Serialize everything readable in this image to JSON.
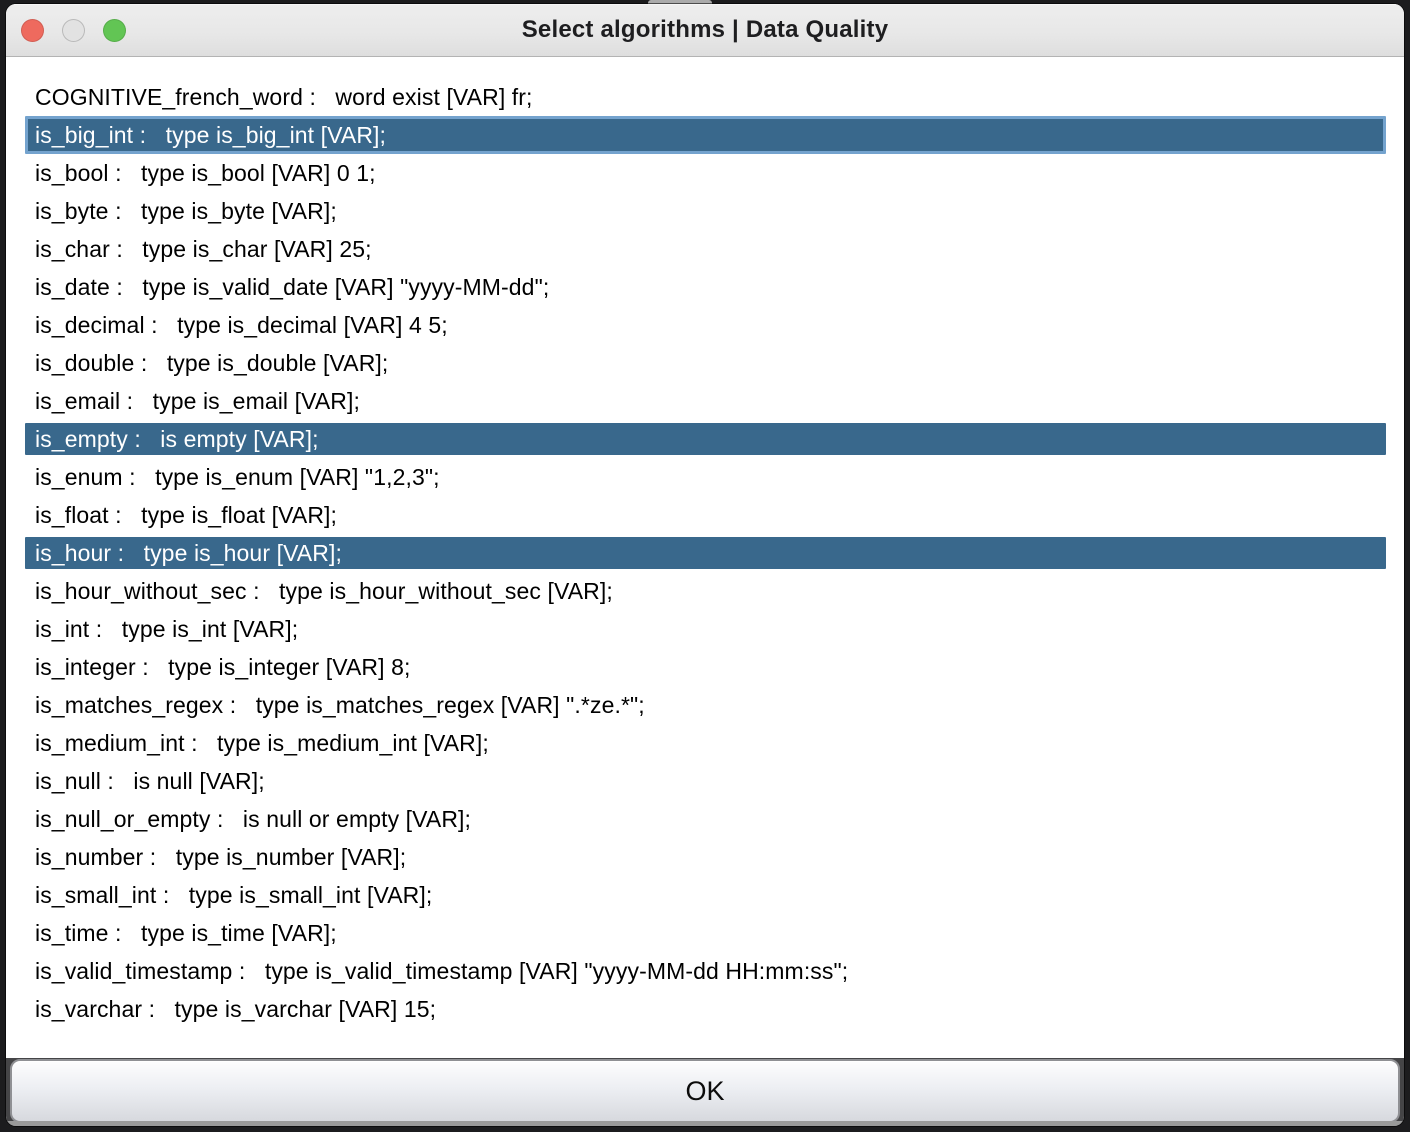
{
  "window": {
    "title": "Select algorithms | Data Quality"
  },
  "colors": {
    "selection_fill": "#39688c",
    "selection_focus_border": "#74a3ce",
    "titlebar_bg": "#e7e7e7",
    "close_red": "#ee6a5e",
    "minimize_gray": "#e2e2e2",
    "zoom_green": "#62c554"
  },
  "list": {
    "rows": [
      {
        "text": "COGNITIVE_french_word :   word exist [VAR] fr;",
        "selected": false,
        "focused": false
      },
      {
        "text": "is_big_int :   type is_big_int [VAR];",
        "selected": true,
        "focused": true
      },
      {
        "text": "is_bool :   type is_bool [VAR] 0 1;",
        "selected": false,
        "focused": false
      },
      {
        "text": "is_byte :   type is_byte [VAR];",
        "selected": false,
        "focused": false
      },
      {
        "text": "is_char :   type is_char [VAR] 25;",
        "selected": false,
        "focused": false
      },
      {
        "text": "is_date :   type is_valid_date [VAR] \"yyyy-MM-dd\";",
        "selected": false,
        "focused": false
      },
      {
        "text": "is_decimal :   type is_decimal [VAR] 4 5;",
        "selected": false,
        "focused": false
      },
      {
        "text": "is_double :   type is_double [VAR];",
        "selected": false,
        "focused": false
      },
      {
        "text": "is_email :   type is_email [VAR];",
        "selected": false,
        "focused": false
      },
      {
        "text": "is_empty :   is empty [VAR];",
        "selected": true,
        "focused": false
      },
      {
        "text": "is_enum :   type is_enum [VAR] \"1,2,3\";",
        "selected": false,
        "focused": false
      },
      {
        "text": "is_float :   type is_float [VAR];",
        "selected": false,
        "focused": false
      },
      {
        "text": "is_hour :   type is_hour [VAR];",
        "selected": true,
        "focused": false
      },
      {
        "text": "is_hour_without_sec :   type is_hour_without_sec [VAR];",
        "selected": false,
        "focused": false
      },
      {
        "text": "is_int :   type is_int [VAR];",
        "selected": false,
        "focused": false
      },
      {
        "text": "is_integer :   type is_integer [VAR] 8;",
        "selected": false,
        "focused": false
      },
      {
        "text": "is_matches_regex :   type is_matches_regex [VAR] \".*ze.*\";",
        "selected": false,
        "focused": false
      },
      {
        "text": "is_medium_int :   type is_medium_int [VAR];",
        "selected": false,
        "focused": false
      },
      {
        "text": "is_null :   is null [VAR];",
        "selected": false,
        "focused": false
      },
      {
        "text": "is_null_or_empty :   is null or empty [VAR];",
        "selected": false,
        "focused": false
      },
      {
        "text": "is_number :   type is_number [VAR];",
        "selected": false,
        "focused": false
      },
      {
        "text": "is_small_int :   type is_small_int [VAR];",
        "selected": false,
        "focused": false
      },
      {
        "text": "is_time :   type is_time [VAR];",
        "selected": false,
        "focused": false
      },
      {
        "text": "is_valid_timestamp :   type is_valid_timestamp [VAR] \"yyyy-MM-dd HH:mm:ss\";",
        "selected": false,
        "focused": false
      },
      {
        "text": "is_varchar :   type is_varchar [VAR] 15;",
        "selected": false,
        "focused": false
      }
    ]
  },
  "footer": {
    "ok_label": "OK"
  }
}
